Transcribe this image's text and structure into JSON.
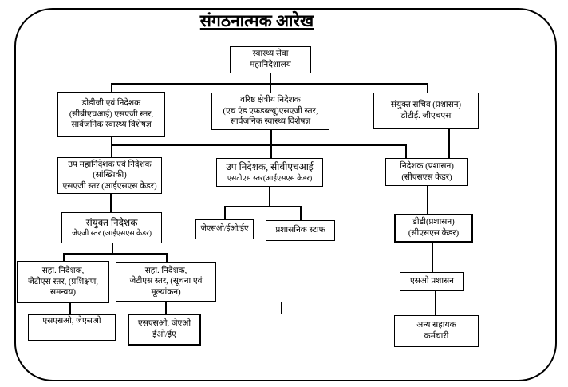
{
  "title": "संगठनात्मक आरेख",
  "colors": {
    "line": "#000000",
    "background": "#ffffff",
    "text": "#000000"
  },
  "nodes": {
    "dghs": {
      "lines": [
        "स्वास्थ्य सेवा",
        "महानिदेशालय"
      ]
    },
    "ddg_cbhi": {
      "lines": [
        "डीडीजी एवं निदेशक",
        "(सीबीएचआई) एसएजी स्तर,",
        "सार्वजनिक स्वास्थ्य विशेषज्ञ"
      ]
    },
    "srd": {
      "lines": [
        "वरिष्ठ क्षेत्रीय निदेशक",
        "(एच एंड एफडब्ल्यू)एसएजी स्तर,",
        "सार्वजनिक स्वास्थ्य विशेषज्ञ"
      ]
    },
    "js_admin": {
      "lines": [
        "संयुक्त सचिव (प्रशासन)",
        "डीटीई. जीएचएस"
      ]
    },
    "ddg_stats": {
      "lines": [
        "उप महानिदेशक एवं निदेशक",
        "(सांख्यिकी)",
        "एसएजी स्तर (आईएसएस केडर)"
      ]
    },
    "dd_cbhi": {
      "lines": [
        "उप निदेशक, सीबीएचआई",
        "एसटीएस स्तर(आईएसएस केडर)"
      ]
    },
    "dir_admin": {
      "lines": [
        "निदेशक (प्रशासन)",
        "(सीएसएस केडर)"
      ]
    },
    "jd": {
      "lines": [
        "संयुक्त निदेशक",
        "जेएजी स्तर (आईएसएस केडर)"
      ]
    },
    "jso": {
      "lines": [
        "जेएसओ/ईओ/ईए"
      ]
    },
    "admin_staff": {
      "lines": [
        "प्रशासनिक स्टाफ"
      ]
    },
    "dd_admin": {
      "lines": [
        "डीडी(प्रशासन)",
        "(सीएसएस केडर)"
      ]
    },
    "ad_training": {
      "lines": [
        "सहा. निदेशक,",
        "जेटीएस स्तर, (प्रशिक्षण,",
        "समन्वय)"
      ]
    },
    "ad_info": {
      "lines": [
        "सहा. निदेशक,",
        "जेटीएस स्तर, (सूचना एवं",
        "मूल्यांकन)"
      ]
    },
    "so_admin": {
      "lines": [
        "एसओ प्रशासन"
      ]
    },
    "sso_jso": {
      "lines": [
        "एसएसओ, जेएसओ"
      ]
    },
    "sso_jao": {
      "lines": [
        "एसएसओ, जेएओ",
        "ईओ/ईए"
      ]
    },
    "other_staff": {
      "lines": [
        "अन्य सहायक",
        "कर्मचारी"
      ]
    }
  }
}
